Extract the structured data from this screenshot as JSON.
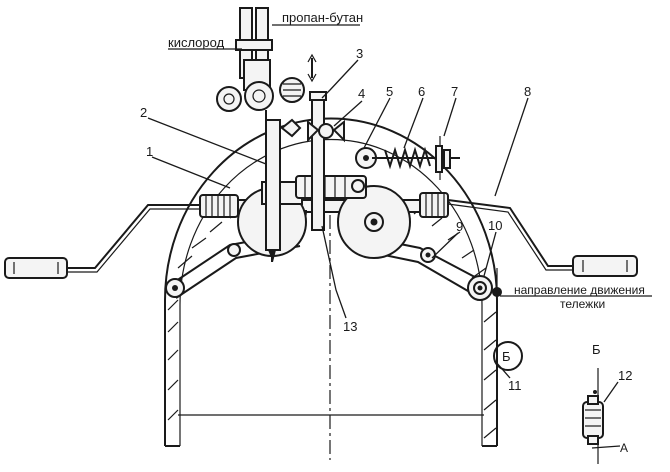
{
  "labels": {
    "oxygen": "кислород",
    "propane": "пропан-бутан",
    "direction_line1": "направление движения",
    "direction_line2": "тележки",
    "n1": "1",
    "n2": "2",
    "n3": "3",
    "n4": "4",
    "n5": "5",
    "n6": "6",
    "n7": "7",
    "n8": "8",
    "n9": "9",
    "n10": "10",
    "n11": "11",
    "n12": "12",
    "n13": "13",
    "detail_b_circle": "Б",
    "detail_b_title": "Б",
    "detail_a": "А"
  }
}
